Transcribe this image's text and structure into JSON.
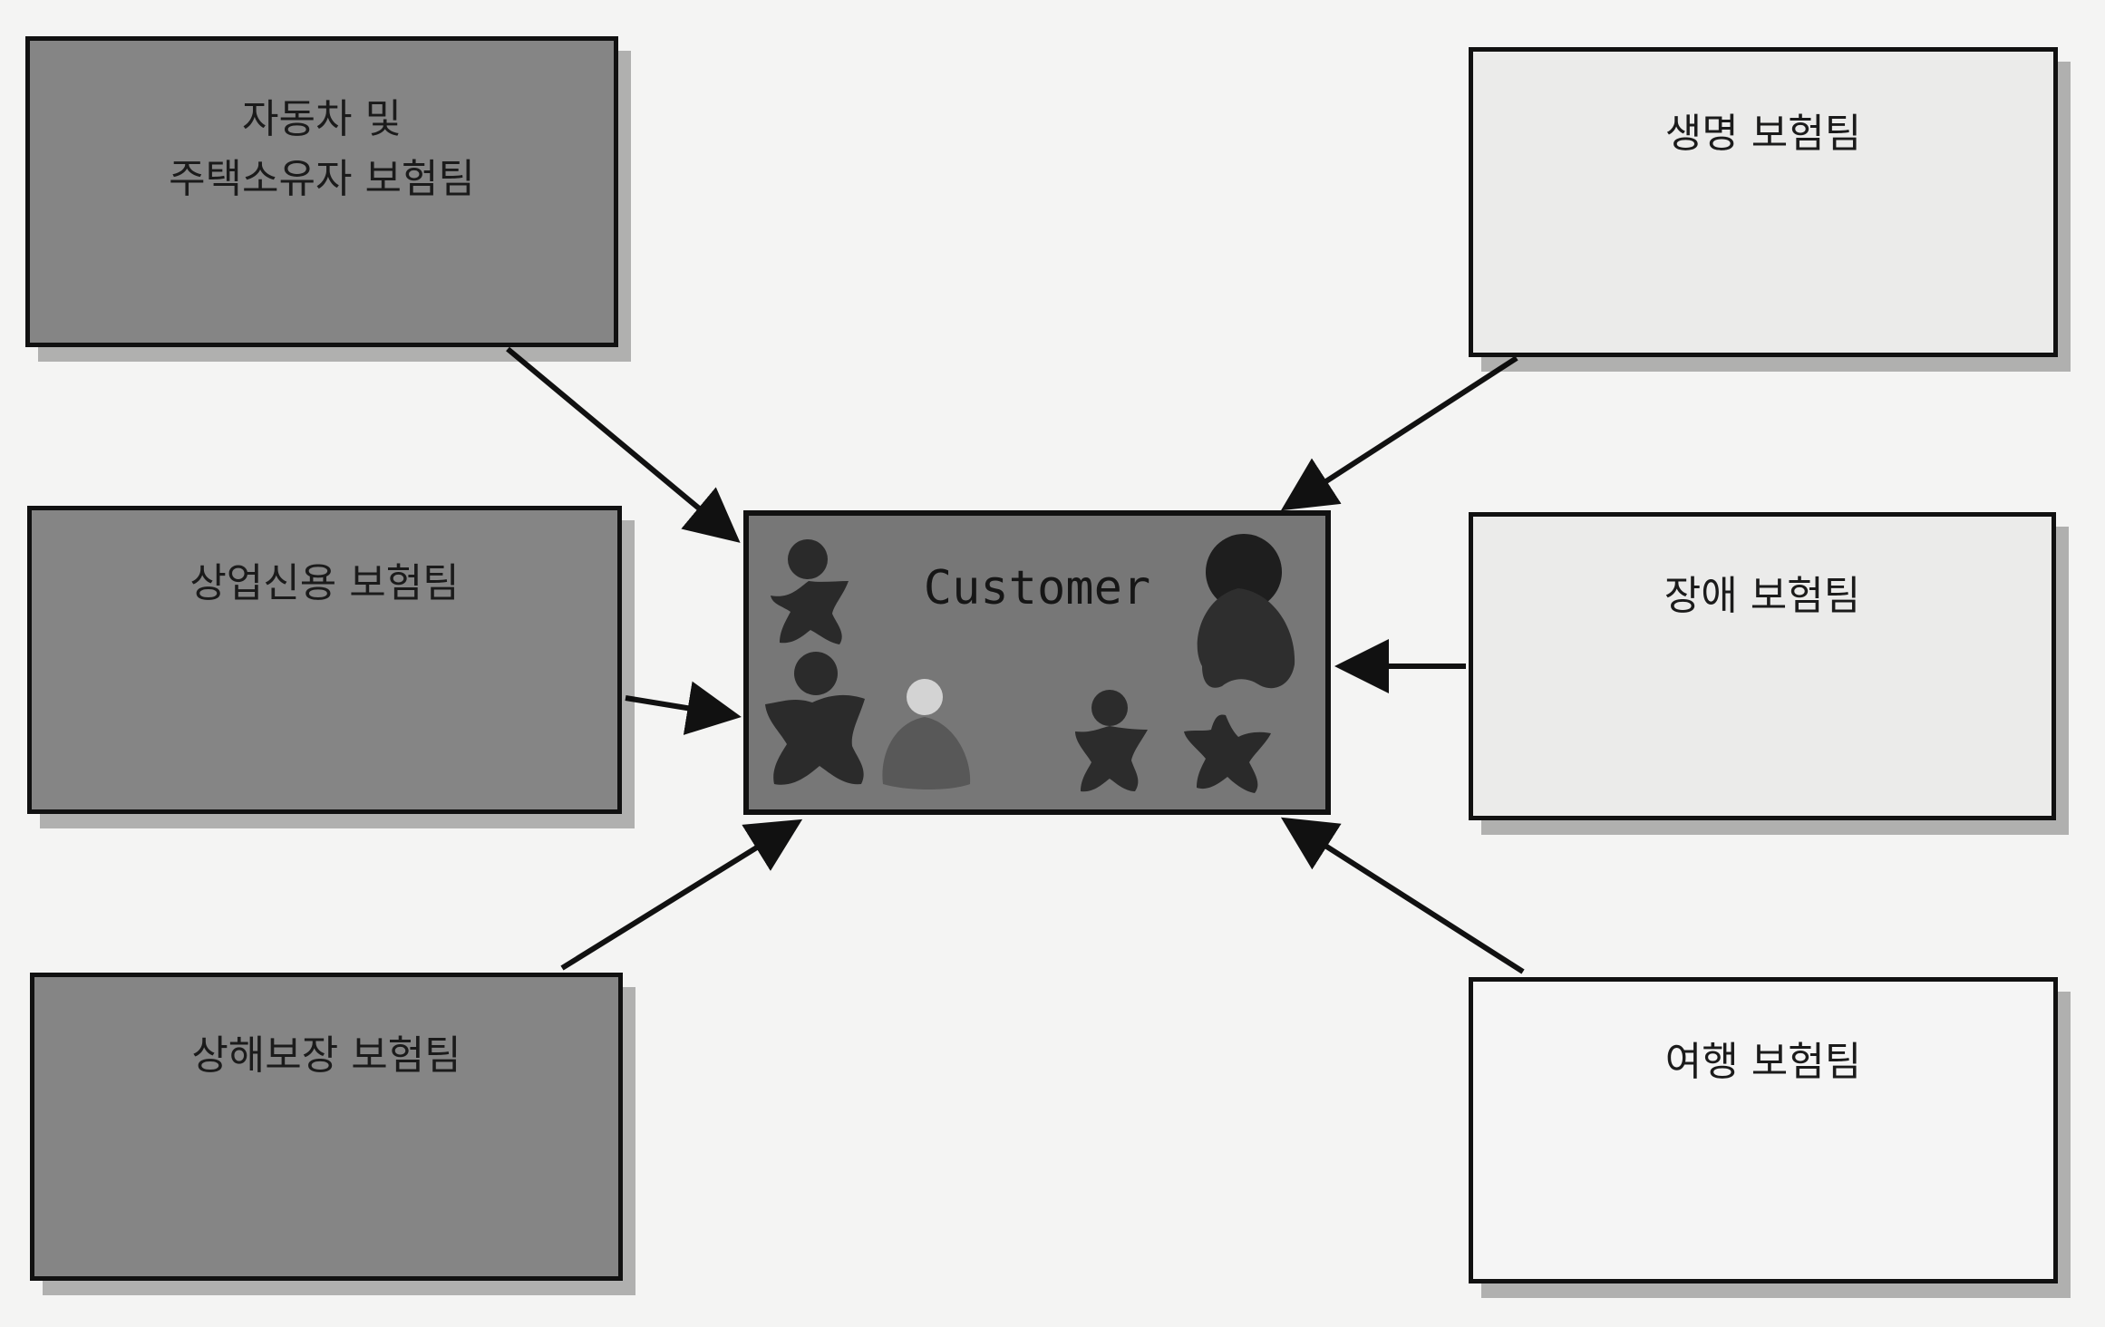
{
  "diagram": {
    "center": {
      "label": "Customer"
    },
    "teams": [
      {
        "id": "auto-home",
        "lines": [
          "자동차 및",
          "주택소유자 보험팀"
        ]
      },
      {
        "id": "commercial-credit",
        "lines": [
          "상업신용 보험팀"
        ]
      },
      {
        "id": "accident",
        "lines": [
          "상해보장 보험팀"
        ]
      },
      {
        "id": "life",
        "lines": [
          "생명 보험팀"
        ]
      },
      {
        "id": "disability",
        "lines": [
          "장애 보험팀"
        ]
      },
      {
        "id": "travel",
        "lines": [
          "여행 보험팀"
        ]
      }
    ]
  },
  "colors": {
    "dark_box": "#858585",
    "light_box": "#ebebea",
    "customer_box": "#777777",
    "ink": "#111111"
  }
}
